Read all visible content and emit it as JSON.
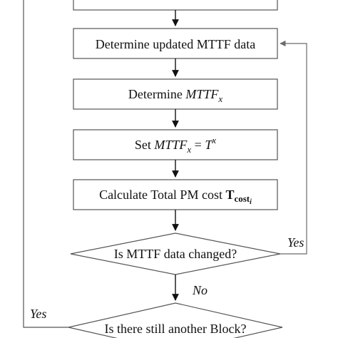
{
  "colors": {
    "line": "#111111",
    "box_border": "#555555",
    "feedback_line": "#6b6b6b",
    "background": "#ffffff"
  },
  "steps": {
    "updated": {
      "text": "Determine updated MTTF  data"
    },
    "determine_x": {
      "prefix": "Determine ",
      "var": "MTTF",
      "sub": "x"
    },
    "set_x": {
      "prefix": "Set ",
      "var": "MTTF",
      "sub": "x",
      "eq": " = ",
      "rhs": "T",
      "sup": "x"
    },
    "calculate": {
      "prefix": "Calculate Total PM cost ",
      "var": "T",
      "sub": "cost",
      "subsub": "i"
    }
  },
  "decisions": {
    "changed": {
      "text": "Is MTTF  data changed?"
    },
    "another_block": {
      "text": "Is there still another Block?"
    }
  },
  "branch_labels": {
    "changed_yes": "Yes",
    "changed_no": "No",
    "another_yes": "Yes"
  }
}
